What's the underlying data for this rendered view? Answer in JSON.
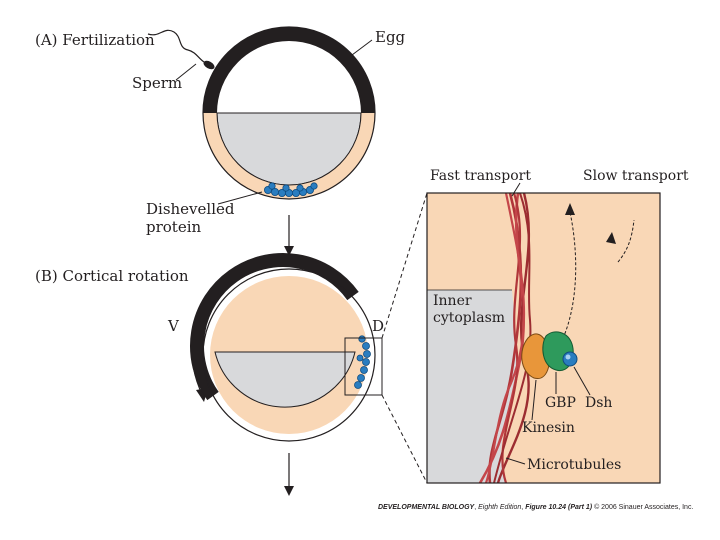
{
  "panel_a": {
    "title": "(A) Fertilization",
    "egg": "Egg",
    "sperm": "Sperm",
    "dishevelled_line1": "Dishevelled",
    "dishevelled_line2": "protein"
  },
  "panel_b": {
    "title": "(B) Cortical rotation",
    "ventral": "V",
    "dorsal": "D"
  },
  "inset": {
    "fast_transport": "Fast transport",
    "slow_transport": "Slow transport",
    "inner_line1": "Inner",
    "inner_line2": "cytoplasm",
    "gbp": "GBP",
    "dsh": "Dsh",
    "kinesin": "Kinesin",
    "microtubules": "Microtubules"
  },
  "credit": {
    "book": "DEVELOPMENTAL BIOLOGY",
    "edition": "Eighth Edition",
    "figure": "Figure 10.24 (Part 1)",
    "copyright": "© 2006 Sinauer Associates, Inc."
  },
  "colors": {
    "cortex": "#231f20",
    "cytoplasm_peach": "#f9d7b6",
    "inner_gray": "#d8d9db",
    "microtubule_red": "#b0363a",
    "kinesin_orange": "#e8963a",
    "gbp_green": "#2e9a5c",
    "dsh_blue": "#2a7dc0"
  }
}
